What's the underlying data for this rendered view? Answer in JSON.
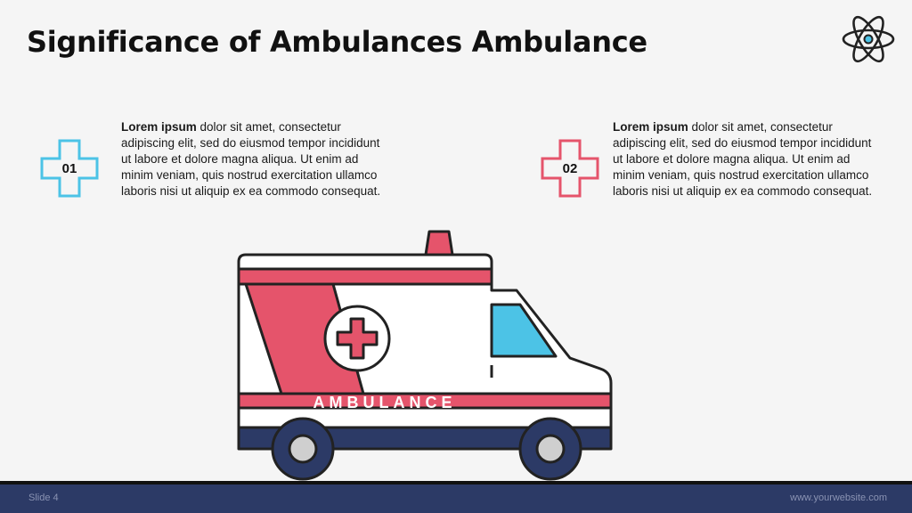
{
  "slide": {
    "title": "Significance of Ambulances Ambulance",
    "points": [
      {
        "number": "01",
        "bold": "Lorem ipsum",
        "text": " dolor sit amet, consectetur adipiscing elit, sed do eiusmod tempor incididunt ut labore et dolore magna aliqua. Ut enim ad minim  veniam, quis nostrud exercitation ullamco laboris nisi ut aliquip ex ea commodo consequat.",
        "color": "#4cc3e6"
      },
      {
        "number": "02",
        "bold": "Lorem ipsum",
        "text": " dolor sit amet, consectetur adipiscing elit, sed do eiusmod tempor incididunt ut labore et dolore magna aliqua. Ut enim ad minim  veniam, quis nostrud exercitation ullamco laboris nisi ut aliquip ex ea commodo consequat.",
        "color": "#e5546b"
      }
    ],
    "ambulance_label": "AMBULANCE",
    "icon": "atom-icon"
  },
  "footer": {
    "slide_number": "Slide 4",
    "website": "www.yourwebsite.com"
  },
  "colors": {
    "red": "#e5546b",
    "navy": "#2c3a66",
    "cyan": "#4cc3e6",
    "background": "#f5f5f5"
  }
}
